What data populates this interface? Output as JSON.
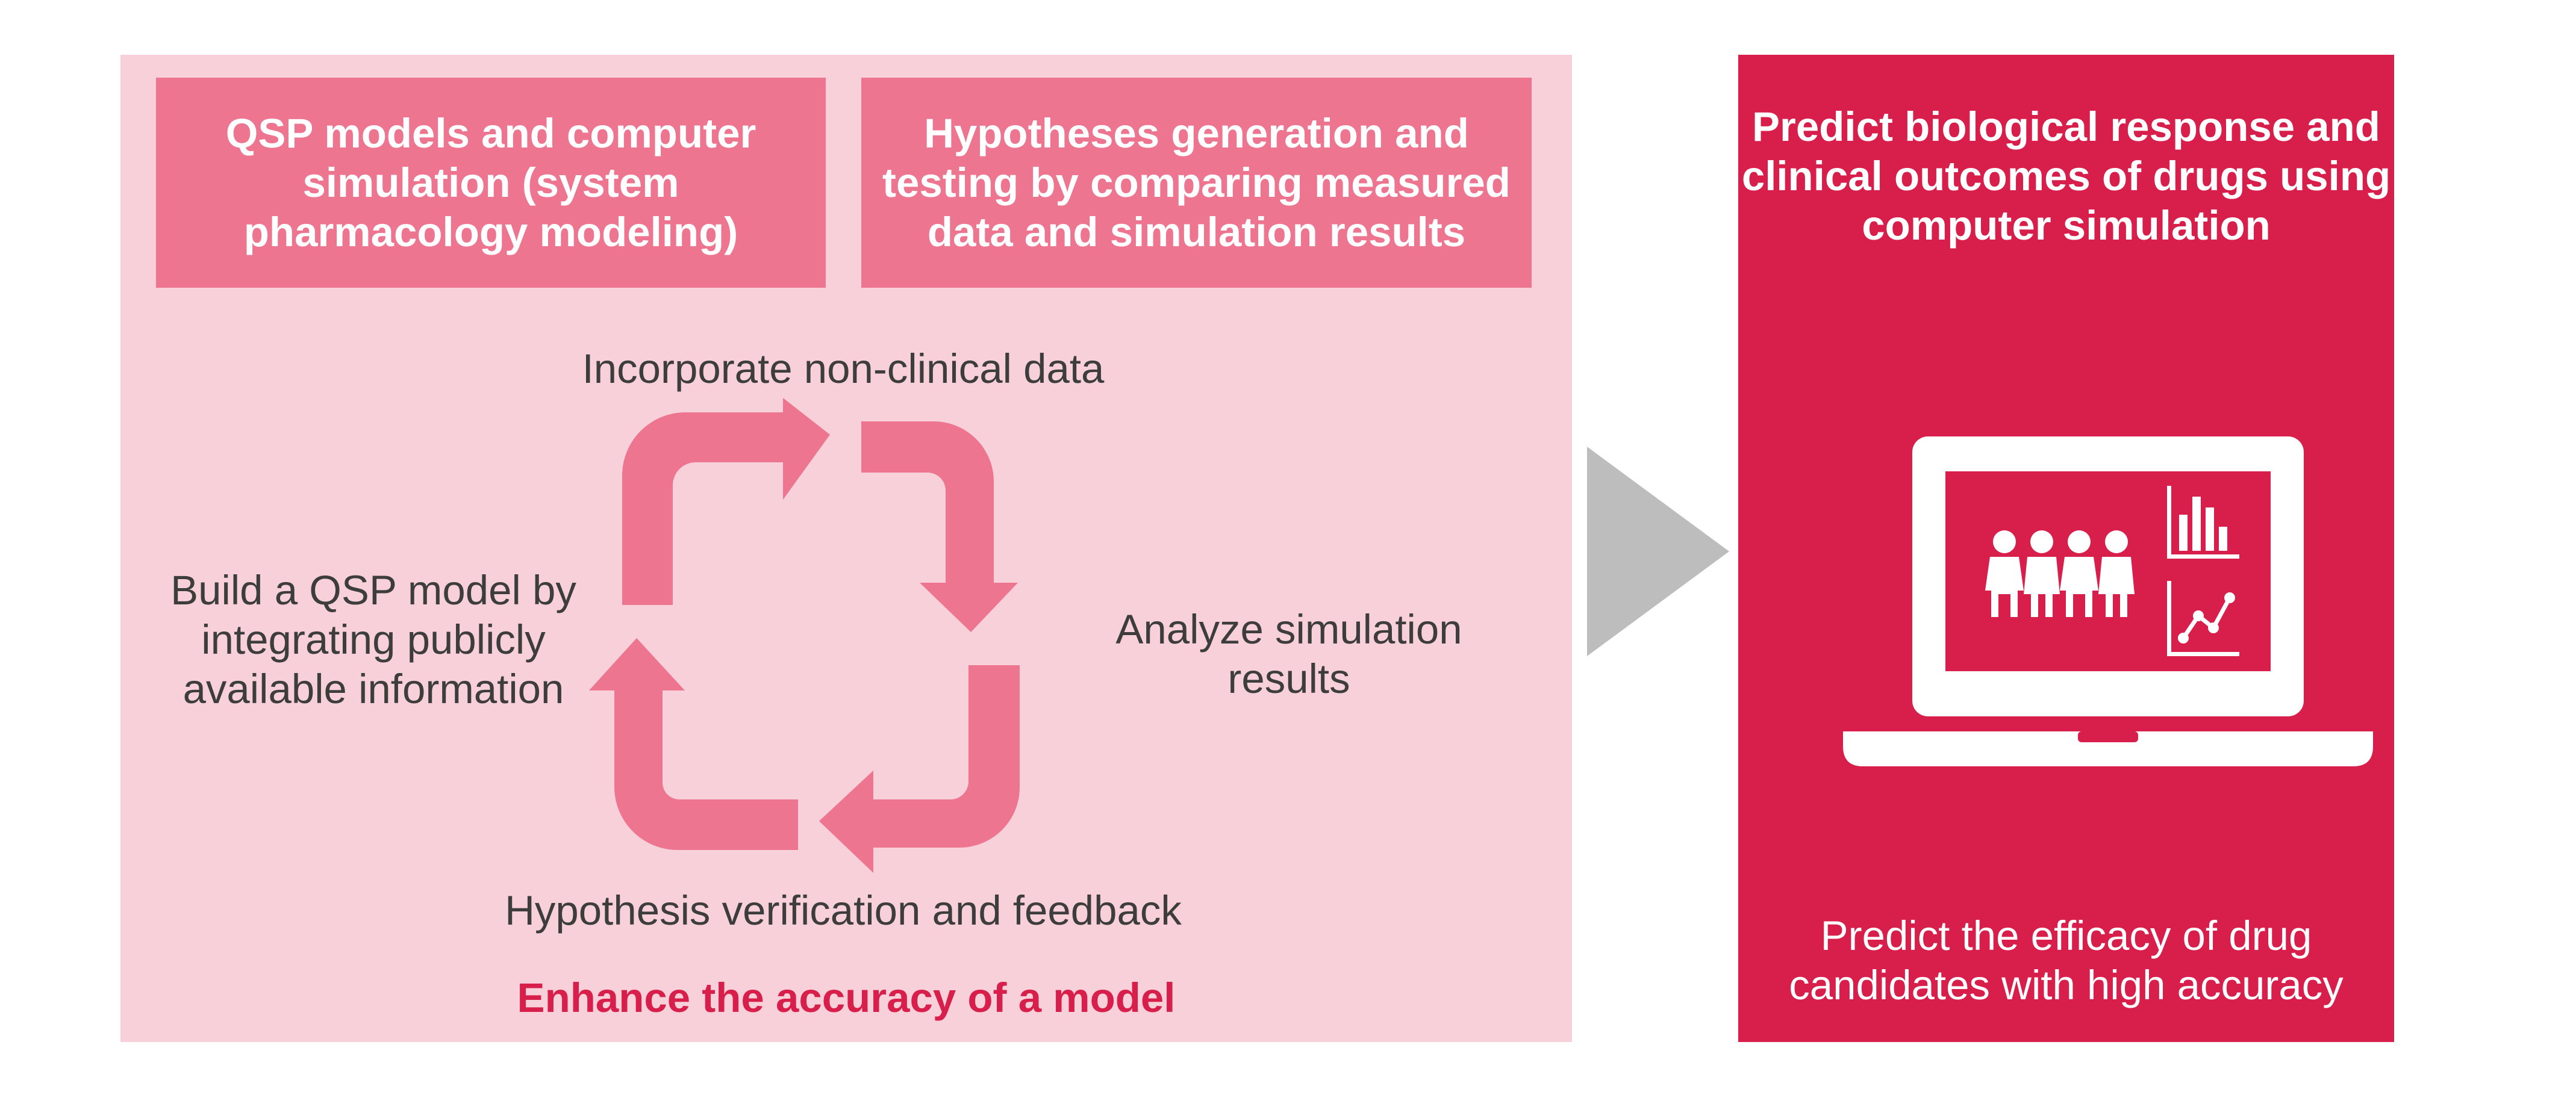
{
  "left_panel": {
    "header_left": "QSP models and computer simulation (system pharmacology modeling)",
    "header_right": "Hypotheses generation and testing by comparing measured data and simulation results",
    "cycle_steps": {
      "top": "Incorporate non-clinical data",
      "right": "Analyze simulation results",
      "bottom": "Hypothesis verification and feedback",
      "left": "Build a QSP model by integrating publicly available information"
    },
    "footer": "Enhance the accuracy of a model"
  },
  "right_panel": {
    "title": "Predict biological response and clinical outcomes of drugs using computer simulation",
    "footer": "Predict the efficacy of drug candidates with high accuracy",
    "icons": [
      "laptop-icon",
      "people-icon",
      "bar-chart-icon",
      "line-chart-icon"
    ]
  },
  "colors": {
    "left_panel_bg": "#f8d0d9",
    "header_box_bg": "#ee7590",
    "accent_red": "#d81e4a",
    "cycle_arrow": "#ee7590",
    "gray_arrow": "#bdbdbd",
    "text_dark": "#3d3d3d"
  }
}
